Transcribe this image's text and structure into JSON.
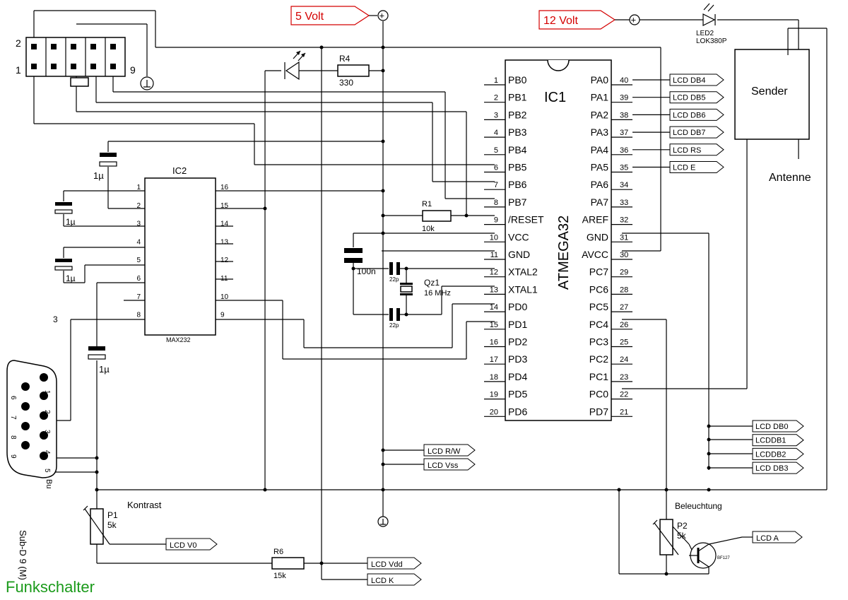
{
  "title": "Funkschalter",
  "supply": {
    "v5": "5 Volt",
    "v12": "12 Volt"
  },
  "ic1": {
    "name": "IC1",
    "part": "ATMEGA32",
    "left_pins": [
      {
        "num": "1",
        "name": "PB0"
      },
      {
        "num": "2",
        "name": "PB1"
      },
      {
        "num": "3",
        "name": "PB2"
      },
      {
        "num": "4",
        "name": "PB3"
      },
      {
        "num": "5",
        "name": "PB4"
      },
      {
        "num": "6",
        "name": "PB5"
      },
      {
        "num": "7",
        "name": "PB6"
      },
      {
        "num": "8",
        "name": "PB7"
      },
      {
        "num": "9",
        "name": "/RESET"
      },
      {
        "num": "10",
        "name": "VCC"
      },
      {
        "num": "11",
        "name": "GND"
      },
      {
        "num": "12",
        "name": "XTAL2"
      },
      {
        "num": "13",
        "name": "XTAL1"
      },
      {
        "num": "14",
        "name": "PD0"
      },
      {
        "num": "15",
        "name": "PD1"
      },
      {
        "num": "16",
        "name": "PD2"
      },
      {
        "num": "17",
        "name": "PD3"
      },
      {
        "num": "18",
        "name": "PD4"
      },
      {
        "num": "19",
        "name": "PD5"
      },
      {
        "num": "20",
        "name": "PD6"
      }
    ],
    "right_pins": [
      {
        "num": "40",
        "name": "PA0"
      },
      {
        "num": "39",
        "name": "PA1"
      },
      {
        "num": "38",
        "name": "PA2"
      },
      {
        "num": "37",
        "name": "PA3"
      },
      {
        "num": "36",
        "name": "PA4"
      },
      {
        "num": "35",
        "name": "PA5"
      },
      {
        "num": "34",
        "name": "PA6"
      },
      {
        "num": "33",
        "name": "PA7"
      },
      {
        "num": "32",
        "name": "AREF"
      },
      {
        "num": "31",
        "name": "GND"
      },
      {
        "num": "30",
        "name": "AVCC"
      },
      {
        "num": "29",
        "name": "PC7"
      },
      {
        "num": "28",
        "name": "PC6"
      },
      {
        "num": "27",
        "name": "PC5"
      },
      {
        "num": "26",
        "name": "PC4"
      },
      {
        "num": "25",
        "name": "PC3"
      },
      {
        "num": "24",
        "name": "PC2"
      },
      {
        "num": "23",
        "name": "PC1"
      },
      {
        "num": "22",
        "name": "PC0"
      },
      {
        "num": "21",
        "name": "PD7"
      }
    ]
  },
  "ic2": {
    "name": "IC2",
    "part": "MAX232",
    "left_pins": [
      "1",
      "2",
      "3",
      "4",
      "5",
      "6",
      "7",
      "8"
    ],
    "right_pins": [
      "16",
      "15",
      "14",
      "13",
      "12",
      "11",
      "10",
      "9"
    ]
  },
  "lcd_top": [
    "LCD DB4",
    "LCD DB5",
    "LCD DB6",
    "LCD DB7",
    "LCD RS",
    "LCD E"
  ],
  "lcd_right": [
    "LCD DB0",
    "LCDDB1",
    "LCDDB2",
    "LCD DB3"
  ],
  "lcd_mid": [
    "LCD R/W",
    "LCD Vss"
  ],
  "lcd_bottom": {
    "v0": "LCD V0",
    "vdd": "LCD Vdd",
    "k": "LCD K",
    "a": "LCD A"
  },
  "components": {
    "r4_name": "R4",
    "r4_val": "330",
    "r1_name": "R1",
    "r1_val": "10k",
    "r6_name": "R6",
    "r6_val": "15k",
    "p1_name": "P1",
    "p1_val": "5k",
    "p2_name": "P2",
    "p2_val": "5k",
    "qz_name": "Qz1",
    "qz_val": "16 MHz",
    "c100n": "100n",
    "c22p_top": "22p",
    "c22p_bot": "22p",
    "c1u_a": "1µ",
    "c1u_b": "1µ",
    "c1u_c": "1µ",
    "c1u_d": "1µ",
    "led2_name": "LED2",
    "led2_part": "LOK380P",
    "transistor": "BF127",
    "sender": "Sender",
    "antenne": "Antenne",
    "kontrast": "Kontrast",
    "beleuchtung": "Beleuchtung"
  },
  "connector": {
    "header_labels": {
      "p2": "2",
      "p1": "1",
      "p9": "9"
    },
    "pin3_label": "3",
    "subd_pins": [
      "1",
      "2",
      "3",
      "4",
      "5",
      "6",
      "7",
      "8",
      "9"
    ],
    "subd_label": "Sub-D 9 (M)",
    "bu_label": "Bu"
  }
}
